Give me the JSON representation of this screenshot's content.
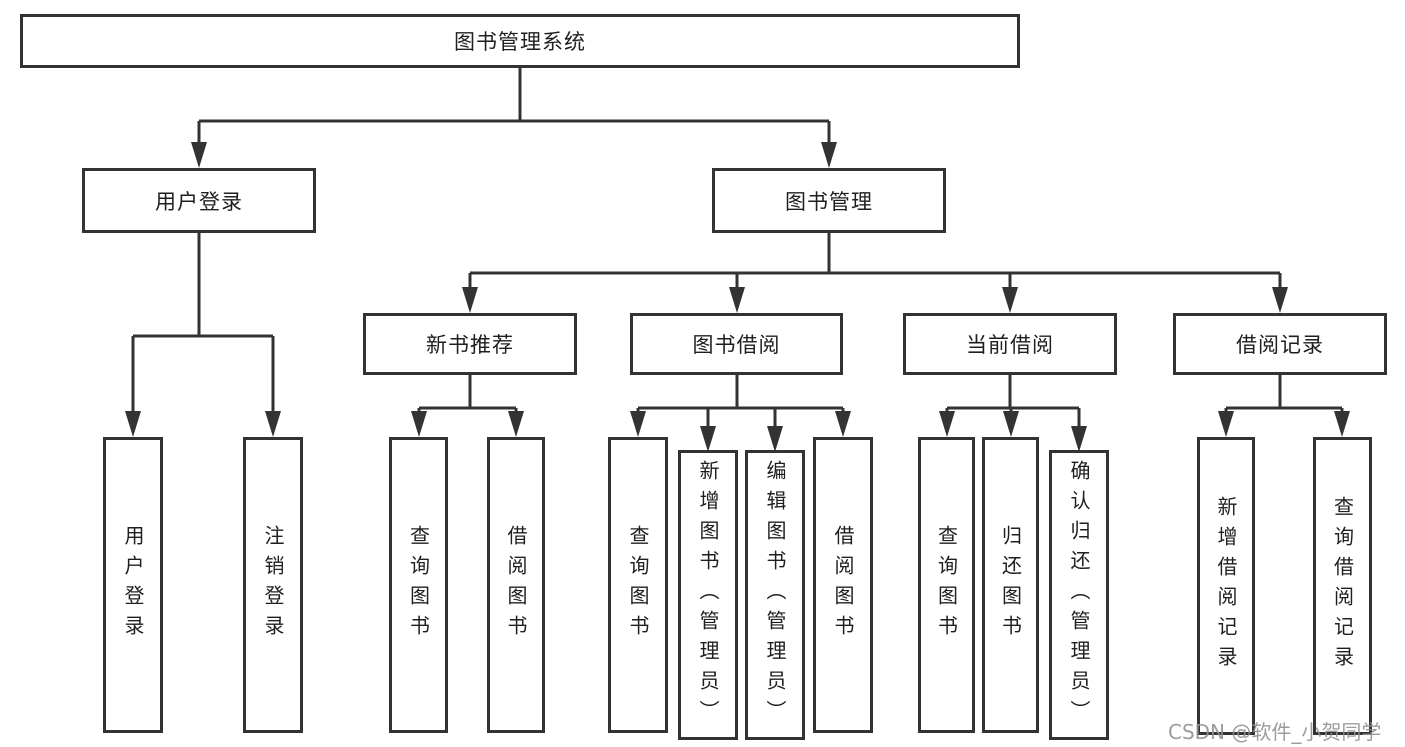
{
  "tree": {
    "root": {
      "label": "图书管理系统",
      "children": [
        {
          "label": "用户登录",
          "children": [
            {
              "label": "用户登录"
            },
            {
              "label": "注销登录"
            }
          ]
        },
        {
          "label": "图书管理",
          "children": [
            {
              "label": "新书推荐",
              "children": [
                {
                  "label": "查询图书"
                },
                {
                  "label": "借阅图书"
                }
              ]
            },
            {
              "label": "图书借阅",
              "children": [
                {
                  "label": "查询图书"
                },
                {
                  "label": "新增图书（管理员）"
                },
                {
                  "label": "编辑图书（管理员）"
                },
                {
                  "label": "借阅图书"
                }
              ]
            },
            {
              "label": "当前借阅",
              "children": [
                {
                  "label": "查询图书"
                },
                {
                  "label": "归还图书"
                },
                {
                  "label": "确认归还（管理员）"
                }
              ]
            },
            {
              "label": "借阅记录",
              "children": [
                {
                  "label": "新增借阅记录"
                },
                {
                  "label": "查询借阅记录"
                }
              ]
            }
          ]
        }
      ]
    }
  },
  "watermark": {
    "text": "CSDN @软件_小贺同学"
  },
  "colors": {
    "line": "#333333",
    "box_background": "#ffffff",
    "watermark": "#919191"
  }
}
